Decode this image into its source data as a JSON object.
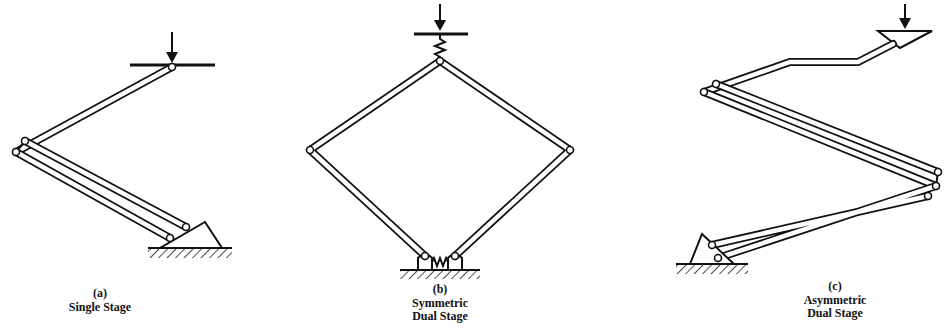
{
  "diagram": {
    "labels": [
      "(a)",
      "Single Stage",
      "(b)",
      "Symmetric Dual Stage",
      "(c)",
      "Asymmetric Dual Stage"
    ]
  }
}
